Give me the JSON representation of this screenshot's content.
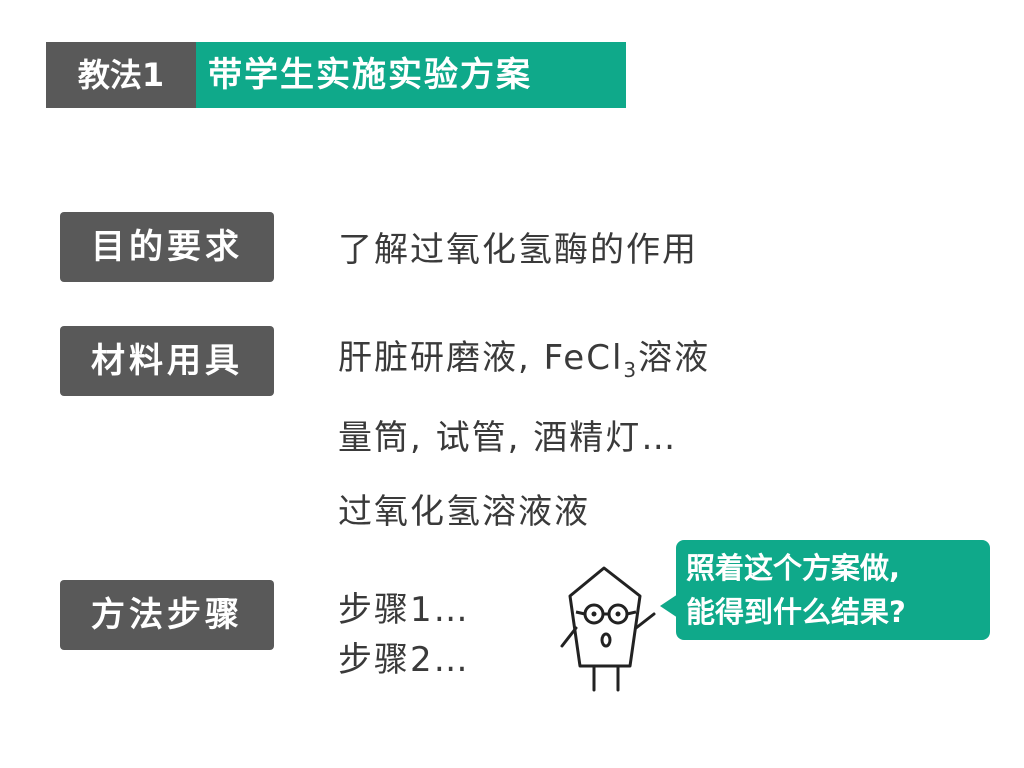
{
  "title": {
    "number": "教法1",
    "text": "带学生实施实验方案"
  },
  "sections": {
    "purpose": {
      "label": "目的要求",
      "content": "了解过氧化氢酶的作用"
    },
    "materials": {
      "label": "材料用具",
      "line1_prefix": "肝脏研磨液, FeCl",
      "line1_sub": "3",
      "line1_suffix": "溶液",
      "line2": "量筒, 试管, 酒精灯…",
      "line3": "过氧化氢溶液液"
    },
    "method": {
      "label": "方法步骤",
      "step1": "步骤1…",
      "step2": "步骤2…"
    }
  },
  "bubble": {
    "line1": "照着这个方案做,",
    "line2": "能得到什么结果?"
  },
  "colors": {
    "accent": "#0fa98a",
    "dark": "#595959",
    "text": "#3a3a3a"
  },
  "icons": {
    "character": "pentagon-character-icon"
  }
}
